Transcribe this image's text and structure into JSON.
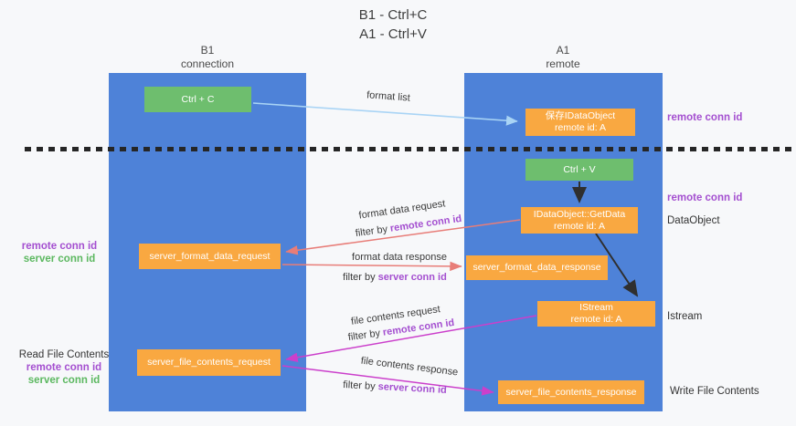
{
  "title": {
    "line1": "B1 - Ctrl+C",
    "line2": "A1 - Ctrl+V"
  },
  "lanes": {
    "left": {
      "name": "B1",
      "role": "connection"
    },
    "right": {
      "name": "A1",
      "role": "remote"
    }
  },
  "nodes": {
    "ctrl_c": {
      "label": "Ctrl + C"
    },
    "save_dataobject": {
      "label": "保存IDataObject",
      "sub": "remote id: A"
    },
    "ctrl_v": {
      "label": "Ctrl + V"
    },
    "getdata": {
      "label": "IDataObject::GetData",
      "sub": "remote id: A"
    },
    "format_request": {
      "label": "server_format_data_request"
    },
    "format_response": {
      "label": "server_format_data_response"
    },
    "istream": {
      "label": "IStream",
      "sub": "remote id: A"
    },
    "file_request": {
      "label": "server_file_contents_request"
    },
    "file_response": {
      "label": "server_file_contents_response"
    }
  },
  "edge_labels": {
    "format_list": "format list",
    "format_data_request": "format data request",
    "format_data_response": "format data response",
    "file_contents_request": "file contents request",
    "file_contents_response": "file contents response",
    "filter_by": "filter by",
    "remote_conn_id": "remote conn id",
    "server_conn_id": "server conn id"
  },
  "annotations": {
    "remote_conn_id": "remote conn id",
    "server_conn_id": "server conn id",
    "dataobject": "DataObject",
    "istream": "Istream",
    "read_file_contents": "Read File Contents",
    "write_file_contents": "Write File Contents"
  },
  "colors": {
    "bg": "#f7f8fa",
    "lane-blue": "#4e82d8",
    "box-green": "#6ebe6e",
    "box-orange": "#f9a841",
    "arrow-lightblue": "#a9d4f5",
    "arrow-salmon": "#e87d78",
    "arrow-magenta": "#cb3fcb",
    "arrow-black": "#2f2f2f",
    "text-purple": "#a44fd0",
    "text-green": "#5cb860",
    "dash-black": "#262626"
  }
}
